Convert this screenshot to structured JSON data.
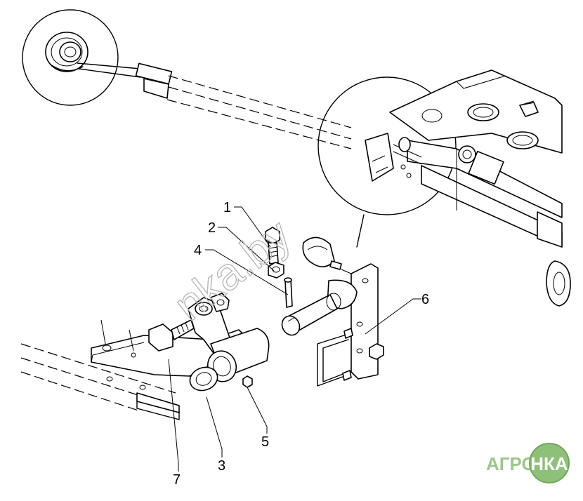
{
  "callouts": {
    "c1": "1",
    "c2": "2",
    "c3": "3",
    "c4": "4",
    "c5": "5",
    "c6": "6",
    "c7": "7"
  },
  "watermark": {
    "text": "nka.by"
  },
  "logo": {
    "left_text": "АГРО",
    "right_text": "НКА",
    "green": "#8fc07a",
    "green_dark": "#6fa85a"
  }
}
